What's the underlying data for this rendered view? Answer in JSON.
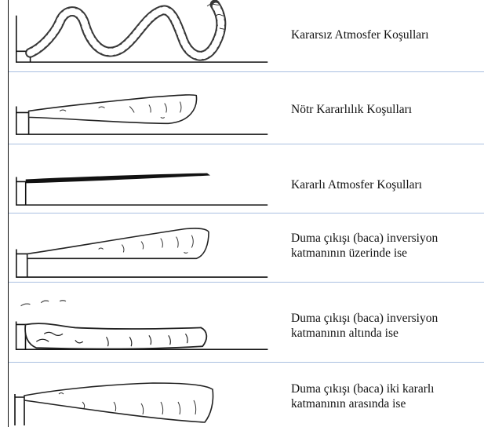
{
  "rows": [
    {
      "label": "Kararsız Atmosfer Koşulları"
    },
    {
      "label": "Nötr Kararlılık Koşulları"
    },
    {
      "label": "Kararlı Atmosfer Koşulları"
    },
    {
      "label": "Duma çıkışı (baca) inversiyon\nkatmanının üzerinde ise"
    },
    {
      "label": "Duma çıkışı (baca) inversiyon\nkatmanının altında ise"
    },
    {
      "label": "Duma çıkışı (baca) iki kararlı\nkatmanının arasında ise"
    }
  ]
}
